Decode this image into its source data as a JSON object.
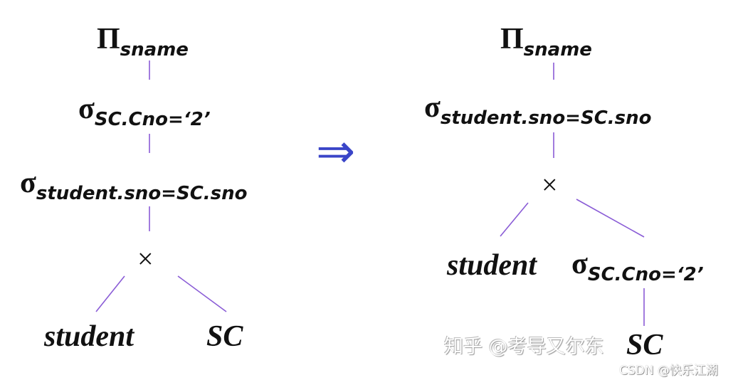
{
  "colors": {
    "edge": "#8a5cd6",
    "arrow": "#3a45c8",
    "text": "#111111"
  },
  "left_tree": {
    "projection": {
      "op": "Π",
      "attr": "sname"
    },
    "select_cno": {
      "op": "σ",
      "cond": "SC.Cno=‘2’"
    },
    "select_join": {
      "op": "σ",
      "cond": "student.sno=SC.sno"
    },
    "product": "×",
    "leaf_left": "student",
    "leaf_right": "SC"
  },
  "arrow": "⇒",
  "right_tree": {
    "projection": {
      "op": "Π",
      "attr": "sname"
    },
    "select_join": {
      "op": "σ",
      "cond": "student.sno=SC.sno"
    },
    "product": "×",
    "leaf_left": "student",
    "select_cno": {
      "op": "σ",
      "cond": "SC.Cno=‘2’"
    },
    "leaf_bottom": "SC"
  },
  "watermarks": [
    "知乎 @考导又尔东",
    "CSDN @快乐江湖"
  ]
}
